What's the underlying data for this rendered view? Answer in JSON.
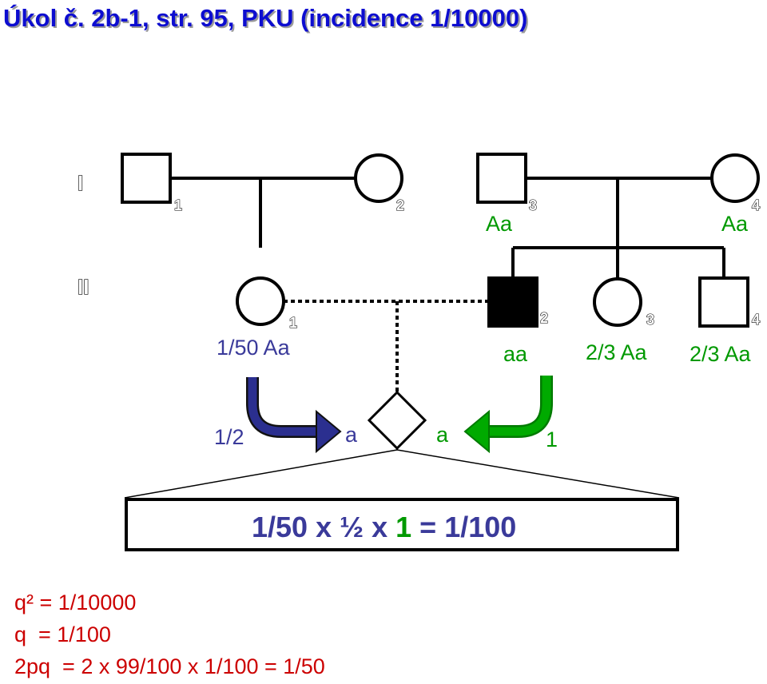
{
  "title": "Úkol č. 2b-1, str. 95, PKU (incidence 1/10000)",
  "colors": {
    "title": "#0a0ad0",
    "green": "#009900",
    "blue_arrow": "#2b2f8f",
    "red": "#cc0000",
    "black": "#000000"
  },
  "generations": {
    "I": "I",
    "II": "II"
  },
  "individuals": {
    "I1": {
      "number": "1",
      "sex": "male",
      "affected": false,
      "genotype": ""
    },
    "I2": {
      "number": "2",
      "sex": "female",
      "affected": false,
      "genotype": ""
    },
    "I3": {
      "number": "3",
      "sex": "male",
      "affected": false,
      "genotype": "Aa"
    },
    "I4": {
      "number": "4",
      "sex": "female",
      "affected": false,
      "genotype": "Aa"
    },
    "II1": {
      "number": "1",
      "sex": "female",
      "affected": false,
      "genotype": "1/50 Aa"
    },
    "II2": {
      "number": "2",
      "sex": "male",
      "affected": true,
      "genotype": "aa"
    },
    "II3": {
      "number": "3",
      "sex": "female",
      "affected": false,
      "genotype": "2/3 Aa"
    },
    "II4": {
      "number": "4",
      "sex": "male",
      "affected": false,
      "genotype": "2/3 Aa"
    }
  },
  "offspring": {
    "sex": "unknown",
    "left_fraction": "1/2",
    "left_allele": "a",
    "right_allele": "a",
    "right_fraction": "1"
  },
  "equation": {
    "p1": "1/50 x ½ x ",
    "p2": "1",
    "p3": " = 1/100"
  },
  "hardy_weinberg": [
    "q² = 1/10000",
    "q  = 1/100",
    "2pq  = 2 x 99/100 x 1/100 = 1/50"
  ]
}
